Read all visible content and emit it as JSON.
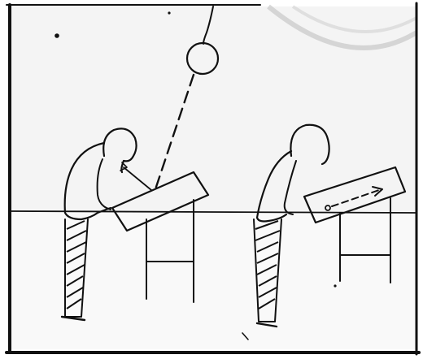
{
  "illustration": {
    "description_free": true,
    "ink_color": "#111111",
    "paper_color": "#ffffff",
    "wall_tint": "#f4f4f4",
    "floor_tint": "#f9f9f9",
    "stamp_color": "#bdbdbd",
    "panels": [
      {
        "figure": "left-person",
        "desk": "left-slanted-desk",
        "light": "ceiling-lamp"
      },
      {
        "figure": "right-person",
        "desk": "right-slanted-desk",
        "sightline": "dashed-arrow"
      }
    ]
  }
}
